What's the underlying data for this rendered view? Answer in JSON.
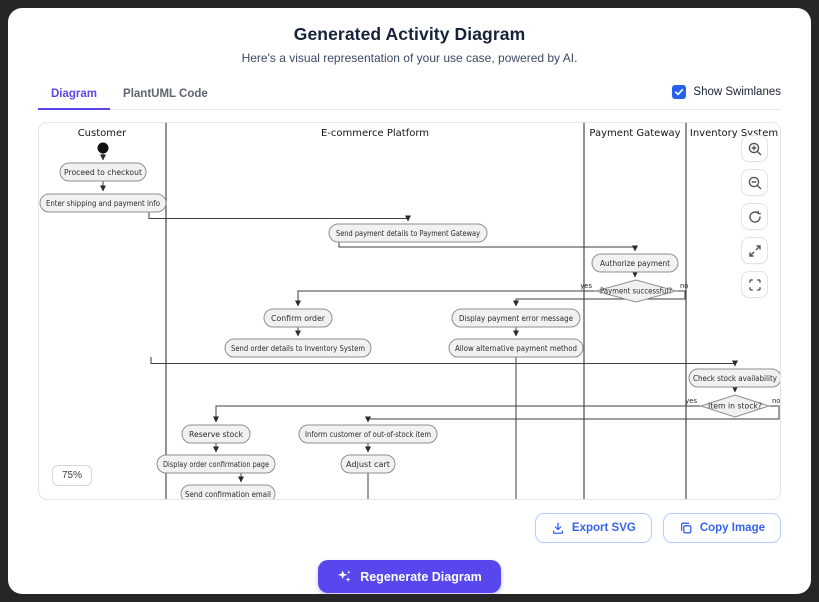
{
  "header": {
    "title": "Generated Activity Diagram",
    "subtitle": "Here's a visual representation of your use case, powered by AI."
  },
  "tabs": [
    {
      "label": "Diagram",
      "active": true
    },
    {
      "label": "PlantUML Code",
      "active": false
    }
  ],
  "controls": {
    "show_swimlanes_label": "Show Swimlanes",
    "show_swimlanes_checked": true
  },
  "diagram": {
    "zoom_level": "75%",
    "lanes": [
      "Customer",
      "E-commerce Platform",
      "Payment Gateway",
      "Inventory System"
    ],
    "nodes": {
      "proceed": "Proceed to checkout",
      "shipping": "Enter shipping and payment info",
      "send_payment": "Send payment details to Payment Gateway",
      "authorize": "Authorize payment",
      "payment_ok": "Payment successful?",
      "confirm": "Confirm order",
      "error_msg": "Display payment error message",
      "order_details": "Send order details to Inventory System",
      "alt_payment": "Allow alternative payment method",
      "check_stock": "Check stock availability",
      "in_stock": "Item in stock?",
      "reserve": "Reserve stock",
      "inform": "Inform customer of out-of-stock item",
      "confirmation_page": "Display order confirmation page",
      "adjust_cart": "Adjust cart",
      "confirmation_email": "Send confirmation email"
    },
    "branch": {
      "yes": "yes",
      "no": "no"
    }
  },
  "actions": {
    "export_svg": "Export SVG",
    "copy_image": "Copy Image",
    "regenerate": "Regenerate Diagram"
  },
  "colors": {
    "accent_indigo": "#5a49ea",
    "regenerate_bg": "#5847ec",
    "checkbox_blue": "#2563eb",
    "action_blue": "#3464ef",
    "node_fill": "#f1f1f1",
    "node_stroke": "#8f8f8f"
  }
}
